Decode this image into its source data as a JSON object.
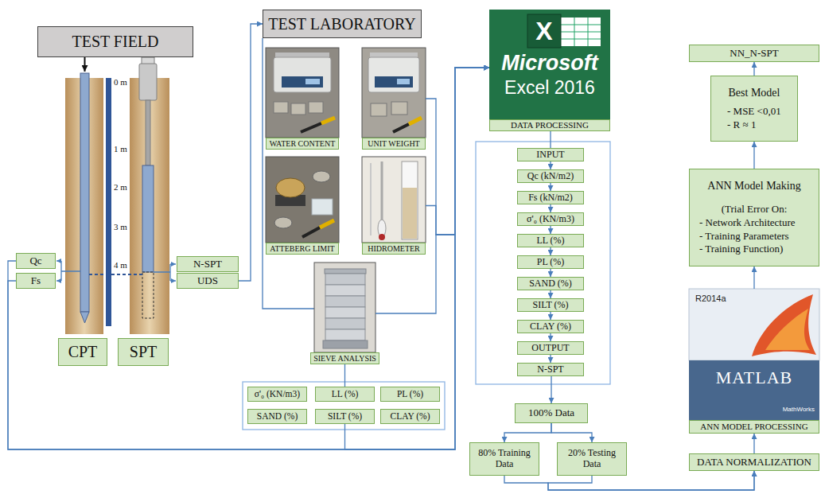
{
  "diagram": {
    "nodes": [
      {
        "text": [
          "TEST FIELD"
        ]
      },
      {
        "text": [
          "Qc"
        ]
      },
      {
        "text": [
          "Fs"
        ]
      },
      {
        "text": [
          "N-SPT"
        ]
      },
      {
        "text": [
          "UDS"
        ]
      },
      {
        "text": [
          "CPT"
        ]
      },
      {
        "text": [
          "SPT"
        ]
      },
      {
        "text": [
          "TEST LABORATORY"
        ]
      },
      {
        "text": [
          "WATER CONTENT"
        ]
      },
      {
        "text": [
          "UNIT WEIGHT"
        ]
      },
      {
        "text": [
          "ATTEBERG LIMIT"
        ]
      },
      {
        "text": [
          "HIDROMETER"
        ]
      },
      {
        "text": [
          "SIEVE ANALYSIS"
        ]
      },
      {
        "text": [
          "σ'₀ (KN/m3)"
        ]
      },
      {
        "text": [
          "LL (%)"
        ]
      },
      {
        "text": [
          "PL (%)"
        ]
      },
      {
        "text": [
          "SAND (%)"
        ]
      },
      {
        "text": [
          "SILT (%)"
        ]
      },
      {
        "text": [
          "CLAY (%)"
        ]
      },
      {
        "text": [
          "X",
          "Microsoft",
          "Excel 2016",
          "DATA PROCESSING"
        ]
      },
      {
        "text": [
          "INPUT"
        ]
      },
      {
        "text": [
          "Qc (kN/m2)"
        ]
      },
      {
        "text": [
          "Fs (kN/m2)"
        ]
      },
      {
        "text": [
          "σ'₀ (KN/m3)"
        ]
      },
      {
        "text": [
          "LL (%)"
        ]
      },
      {
        "text": [
          "PL (%)"
        ]
      },
      {
        "text": [
          "SAND (%)"
        ]
      },
      {
        "text": [
          "SILT (%)"
        ]
      },
      {
        "text": [
          "CLAY (%)"
        ]
      },
      {
        "text": [
          "OUTPUT"
        ]
      },
      {
        "text": [
          "N-SPT"
        ]
      },
      {
        "text": [
          "100% Data"
        ]
      },
      {
        "text": [
          "80% Training Data"
        ]
      },
      {
        "text": [
          "20% Testing Data"
        ]
      },
      {
        "text": [
          "NN_N-SPT"
        ]
      },
      {
        "text": [
          "Best Model",
          "- MSE <0,01",
          "- R ≈ 1"
        ]
      },
      {
        "text": [
          "ANN Model Making",
          "(Trial Error On:",
          "- Network Architecture",
          "- Training Parameters",
          "- Training Function)"
        ]
      },
      {
        "text": [
          "R2014a",
          "MATLAB",
          "MathWorks",
          "ANN MODEL PROCESSING"
        ]
      },
      {
        "text": [
          "DATA NORMALIZATION"
        ]
      }
    ],
    "edges": [
      {
        "from": 4,
        "to": 7,
        "arrow": "to"
      },
      {
        "from": 12,
        "to": 14,
        "arrow": "none"
      },
      {
        "from": 17,
        "to": 19,
        "arrow": "to"
      },
      {
        "from": 1,
        "to": 19,
        "arrow": "to"
      },
      {
        "from": 2,
        "to": 19,
        "arrow": "to"
      },
      {
        "from": 9,
        "to": 19,
        "arrow": "to"
      },
      {
        "from": 11,
        "to": 19,
        "arrow": "to"
      },
      {
        "from": 12,
        "to": 19,
        "arrow": "to"
      },
      {
        "from": 19,
        "to": 20,
        "arrow": "none"
      },
      {
        "from": 20,
        "to": 21,
        "arrow": "to"
      },
      {
        "from": 21,
        "to": 22,
        "arrow": "to"
      },
      {
        "from": 22,
        "to": 23,
        "arrow": "to"
      },
      {
        "from": 23,
        "to": 24,
        "arrow": "to"
      },
      {
        "from": 24,
        "to": 25,
        "arrow": "to"
      },
      {
        "from": 25,
        "to": 26,
        "arrow": "to"
      },
      {
        "from": 26,
        "to": 27,
        "arrow": "to"
      },
      {
        "from": 27,
        "to": 28,
        "arrow": "to"
      },
      {
        "from": 28,
        "to": 29,
        "arrow": "to"
      },
      {
        "from": 29,
        "to": 30,
        "arrow": "to"
      },
      {
        "from": 30,
        "to": 31,
        "arrow": "to"
      },
      {
        "from": 31,
        "to": 32,
        "arrow": "to"
      },
      {
        "from": 31,
        "to": 33,
        "arrow": "to"
      },
      {
        "from": 32,
        "to": 38,
        "arrow": "to"
      },
      {
        "from": 33,
        "to": 38,
        "arrow": "to"
      },
      {
        "from": 38,
        "to": 37,
        "arrow": "to"
      },
      {
        "from": 37,
        "to": 36,
        "arrow": "to"
      },
      {
        "from": 36,
        "to": 35,
        "arrow": "to"
      },
      {
        "from": 35,
        "to": 34,
        "arrow": "to"
      }
    ],
    "labels": [
      "0 m",
      "1 m",
      "2 m",
      "3 m",
      "4 m"
    ]
  }
}
